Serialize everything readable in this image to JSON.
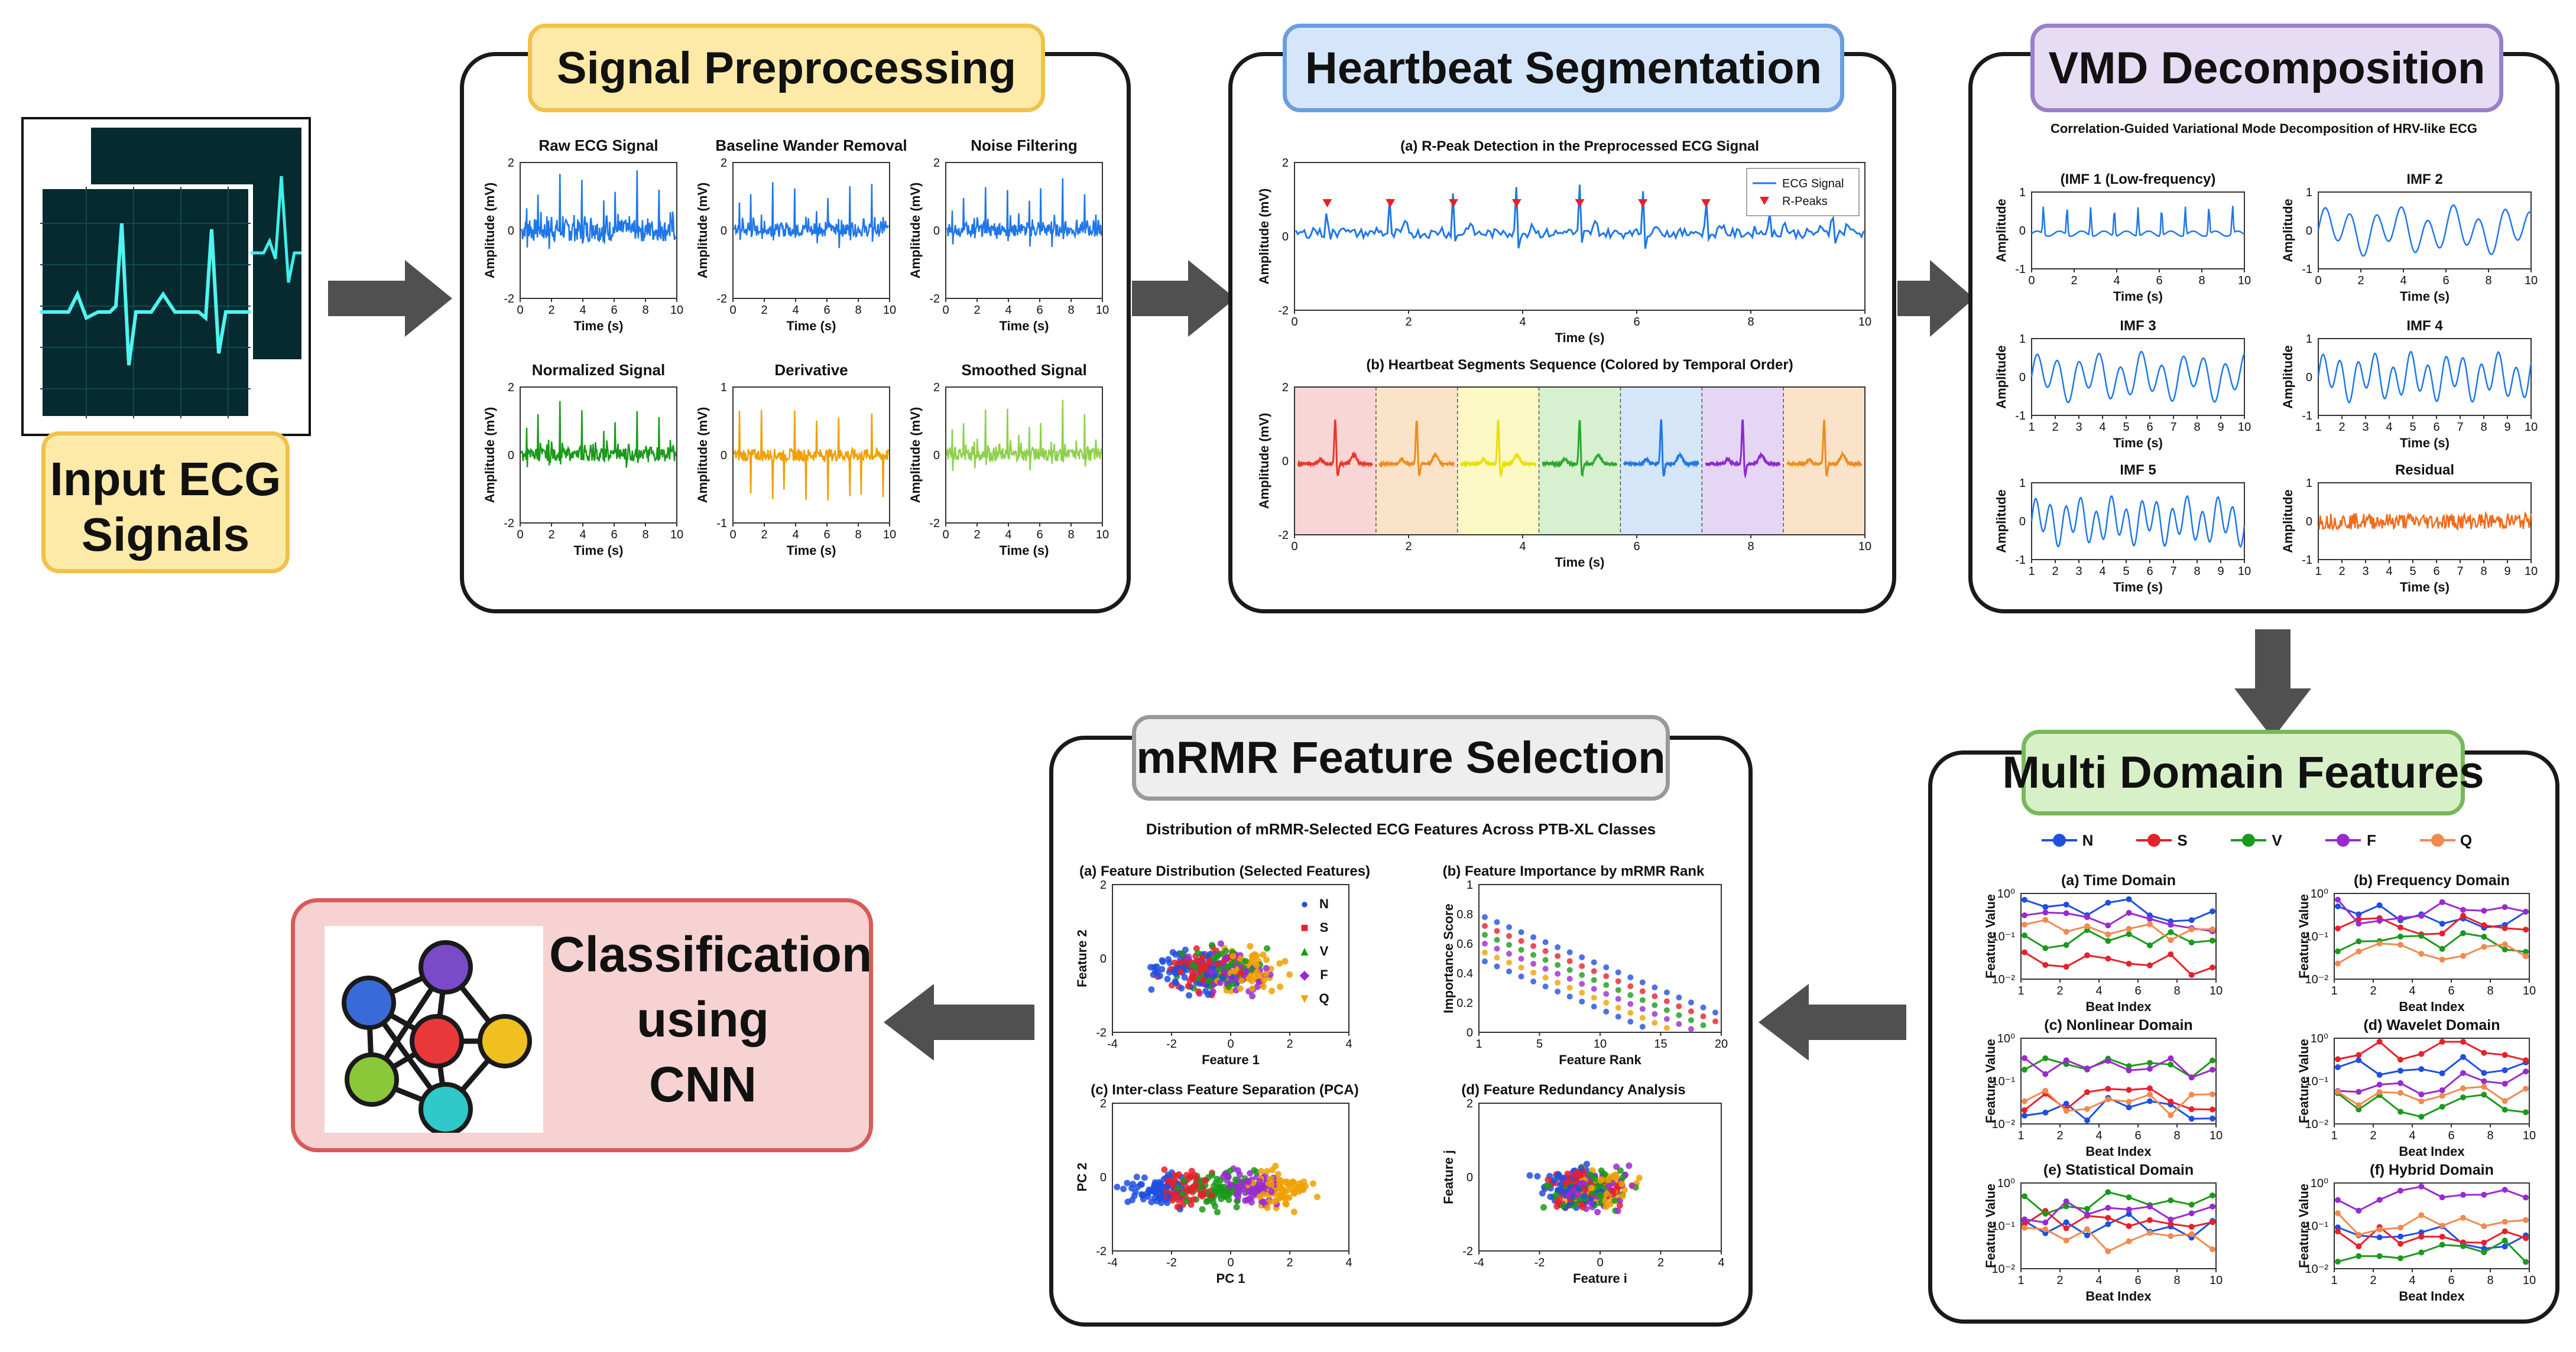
{
  "input": {
    "label_line1": "Input ECG",
    "label_line2": "Signals"
  },
  "preprocessing": {
    "title": "Signal Preprocessing",
    "y_label": "Amplitude (mV)",
    "x_label": "Time (s)",
    "x_ticks": [
      "0",
      "2",
      "4",
      "6",
      "8",
      "10"
    ],
    "plots": [
      {
        "title": "Raw ECG Signal",
        "color": "#1f77e8",
        "y_ticks": [
          "2",
          "0",
          "-2"
        ]
      },
      {
        "title": "Baseline Wander Removal",
        "color": "#1f77e8",
        "y_ticks": [
          "2",
          "0",
          "-2"
        ]
      },
      {
        "title": "Noise Filtering",
        "color": "#1f77e8",
        "y_ticks": [
          "2",
          "0",
          "-2"
        ]
      },
      {
        "title": "Normalized Signal",
        "color": "#1a9a1a",
        "y_ticks": [
          "2",
          "0",
          "-2"
        ]
      },
      {
        "title": "Derivative",
        "color": "#f0a000",
        "y_ticks": [
          "1",
          "0",
          "-1"
        ]
      },
      {
        "title": "Smoothed Signal",
        "color": "#8dd14a",
        "y_ticks": [
          "2",
          "0",
          "-2"
        ]
      }
    ]
  },
  "segmentation": {
    "title": "Heartbeat Segmentation",
    "plot_a_title": "(a) R-Peak Detection in the Preprocessed ECG Signal",
    "plot_b_title": "(b) Heartbeat Segments Sequence (Colored by Temporal Order)",
    "y_label": "Amplitude (mV)",
    "x_label": "Time (s)",
    "x_ticks": [
      "0",
      "2",
      "4",
      "6",
      "8",
      "10"
    ],
    "y_ticks": [
      "2",
      "0",
      "-2"
    ],
    "legend": [
      "ECG Signal",
      "R-Peaks"
    ],
    "segment_colors": [
      "#e8382a",
      "#f08a1a",
      "#e8e000",
      "#2aa82a",
      "#1f77e8",
      "#8a2ad0",
      "#f08a1a"
    ],
    "segment_bg": [
      "#f9d6d6",
      "#fbe3c9",
      "#fbf8c4",
      "#d6f0d0",
      "#d5e6f8",
      "#e6d6f5",
      "#fbe3c9"
    ]
  },
  "vmd": {
    "title": "VMD Decomposition",
    "subtitle": "Correlation-Guided Variational Mode Decomposition of HRV-like ECG",
    "y_label": "Amplitude",
    "x_label": "Time (s)",
    "x_ticks": [
      "0",
      "2",
      "4",
      "6",
      "8",
      "10"
    ],
    "x_ticks_b": [
      "1",
      "2",
      "3",
      "4",
      "5",
      "6",
      "7",
      "8",
      "9",
      "10"
    ],
    "y_ticks": [
      "1",
      "0",
      "-1"
    ],
    "plots": [
      {
        "title": "(IMF 1 (Low-frequency)",
        "color": "#1f77e8"
      },
      {
        "title": "IMF 2",
        "color": "#1f77e8"
      },
      {
        "title": "IMF 3",
        "color": "#1f77e8"
      },
      {
        "title": "IMF 4",
        "color": "#1f77e8"
      },
      {
        "title": "IMF 5",
        "color": "#1f77e8"
      },
      {
        "title": "Residual",
        "color": "#f06a1a"
      }
    ]
  },
  "multidomain": {
    "title": "Multi Domain Features",
    "legend": [
      "N",
      "S",
      "V",
      "F",
      "Q"
    ],
    "legend_colors": [
      "#1f4fe0",
      "#e8202a",
      "#1a9a1a",
      "#9a2ad0",
      "#f08a50"
    ],
    "y_label": "Feature Value",
    "x_label": "Beat Index",
    "x_ticks": [
      "1",
      "2",
      "4",
      "6",
      "8",
      "10"
    ],
    "y_ticks": [
      "10⁰",
      "10⁻¹",
      "10⁻²"
    ],
    "plots": [
      {
        "title": "(a) Time Domain"
      },
      {
        "title": "(b) Frequency Domain"
      },
      {
        "title": "(c) Nonlinear Domain"
      },
      {
        "title": "(d) Wavelet Domain"
      },
      {
        "title": "(e) Statistical Domain"
      },
      {
        "title": "(f) Hybrid Domain"
      }
    ]
  },
  "mrmr": {
    "title": "mRMR Feature Selection",
    "subtitle": "Distribution of mRMR-Selected ECG Features Across PTB-XL Classes",
    "plot_a_title": "(a) Feature Distribution (Selected Features)",
    "plot_b_title": "(b) Feature Importance by mRMR Rank",
    "plot_c_title": "(c) Inter-class Feature Separation (PCA)",
    "plot_d_title": "(d) Feature Redundancy Analysis",
    "a_xlabel": "Feature 1",
    "a_ylabel": "Feature 2",
    "b_xlabel": "Feature Rank",
    "b_ylabel": "Importance Score",
    "c_xlabel": "PC 1",
    "c_ylabel": "PC 2",
    "d_xlabel": "Feature i",
    "d_ylabel": "Feature j",
    "x_ticks": [
      "-4",
      "-2",
      "0",
      "2",
      "4"
    ],
    "a_y_ticks": [
      "2",
      "0",
      "-2"
    ],
    "b_x_ticks": [
      "1",
      "5",
      "10",
      "15",
      "20"
    ],
    "b_y_ticks": [
      "1",
      "0.8",
      "0.6",
      "0.4",
      "0.2",
      "0"
    ],
    "c_y_ticks": [
      "2",
      "0",
      "-2"
    ],
    "d_x_ticks": [
      "-4",
      "-2",
      "0",
      "2",
      "4"
    ],
    "d_y_ticks": [
      "2",
      "0",
      "-2"
    ],
    "legend": [
      "N",
      "S",
      "V",
      "F",
      "Q"
    ],
    "legend_colors": [
      "#1f4fe0",
      "#e8202a",
      "#1a9a1a",
      "#9a2ad0",
      "#f0a000"
    ],
    "legend_symbols": [
      "●",
      "■",
      "▲",
      "◆",
      "▼"
    ]
  },
  "classification": {
    "line1": "Classification",
    "line2": "using",
    "line3": "CNN"
  },
  "cnn_nodes": [
    {
      "color": "#3a6ad8"
    },
    {
      "color": "#7a4ac8"
    },
    {
      "color": "#e8383a"
    },
    {
      "color": "#f0c020"
    },
    {
      "color": "#8ac83a"
    },
    {
      "color": "#30c8c8"
    }
  ]
}
